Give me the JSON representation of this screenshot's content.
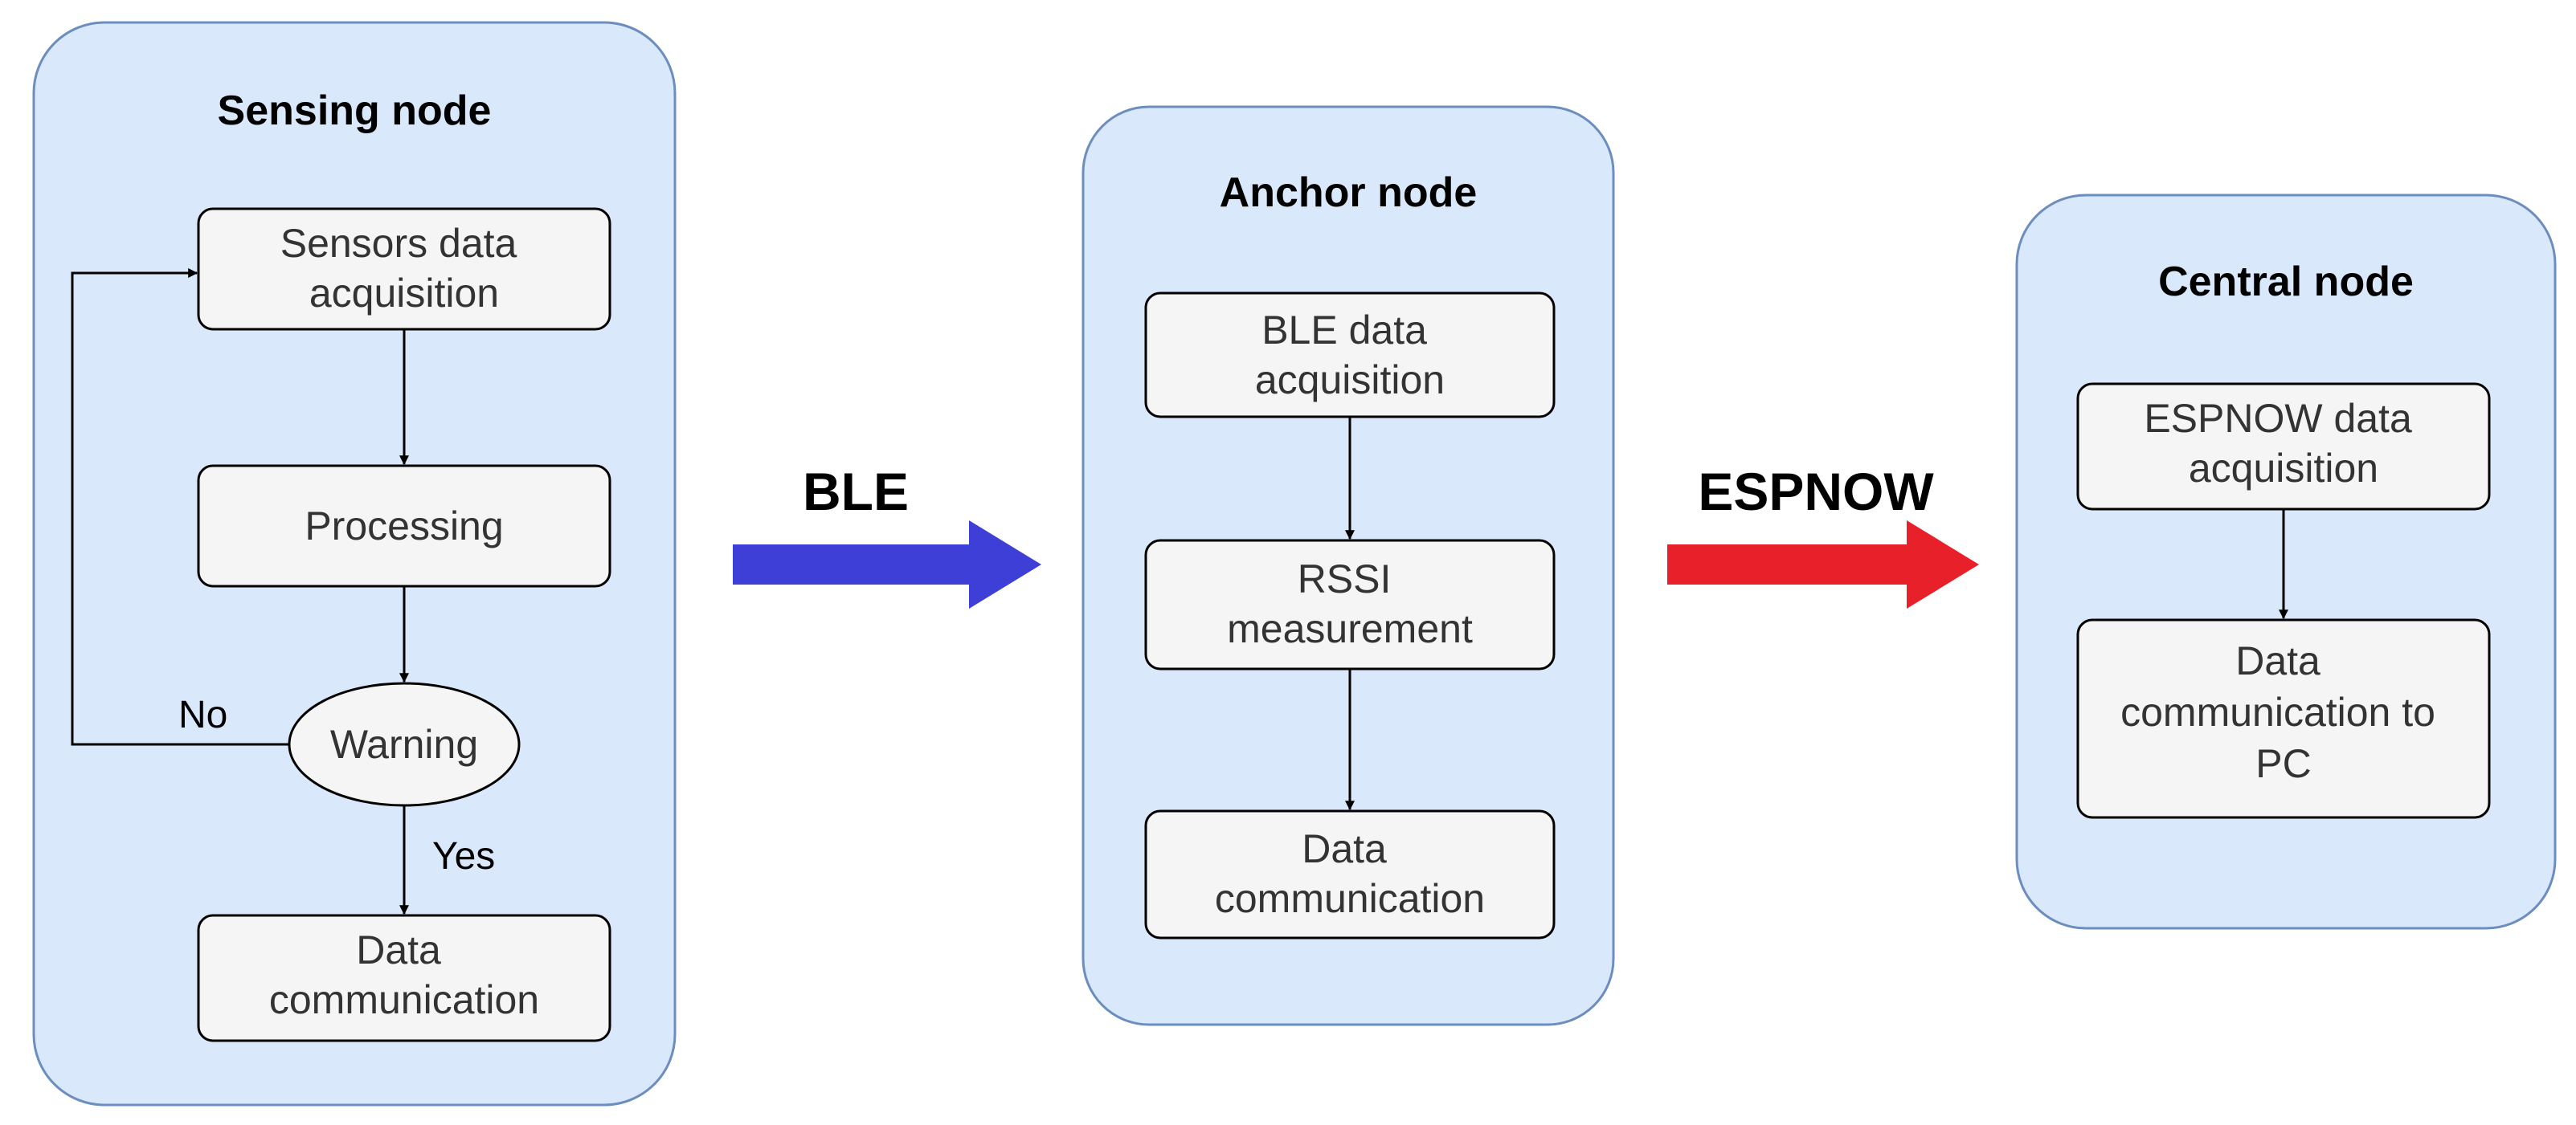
{
  "colors": {
    "container_fill": "#dae8fc",
    "container_stroke": "#6c8ebf",
    "step_fill": "#f5f5f5",
    "step_stroke": "#000000",
    "arrow_black": "#000000",
    "ble_arrow": "#3d3fd6",
    "espnow_arrow": "#e8202a"
  },
  "sensing_node": {
    "title": "Sensing node",
    "acquisition": [
      "Sensors data",
      "acquisition"
    ],
    "processing": "Processing",
    "decision": "Warning",
    "no_label": "No",
    "yes_label": "Yes",
    "communication": [
      "Data",
      "communication"
    ]
  },
  "anchor_node": {
    "title": "Anchor node",
    "acquisition": [
      "BLE data",
      "acquisition"
    ],
    "measurement": [
      "RSSI",
      "measurement"
    ],
    "communication": [
      "Data",
      "communication"
    ]
  },
  "central_node": {
    "title": "Central node",
    "acquisition": [
      "ESPNOW data",
      "acquisition"
    ],
    "communication": [
      "Data",
      "communication to",
      "PC"
    ]
  },
  "links": {
    "ble": "BLE",
    "espnow": "ESPNOW"
  }
}
